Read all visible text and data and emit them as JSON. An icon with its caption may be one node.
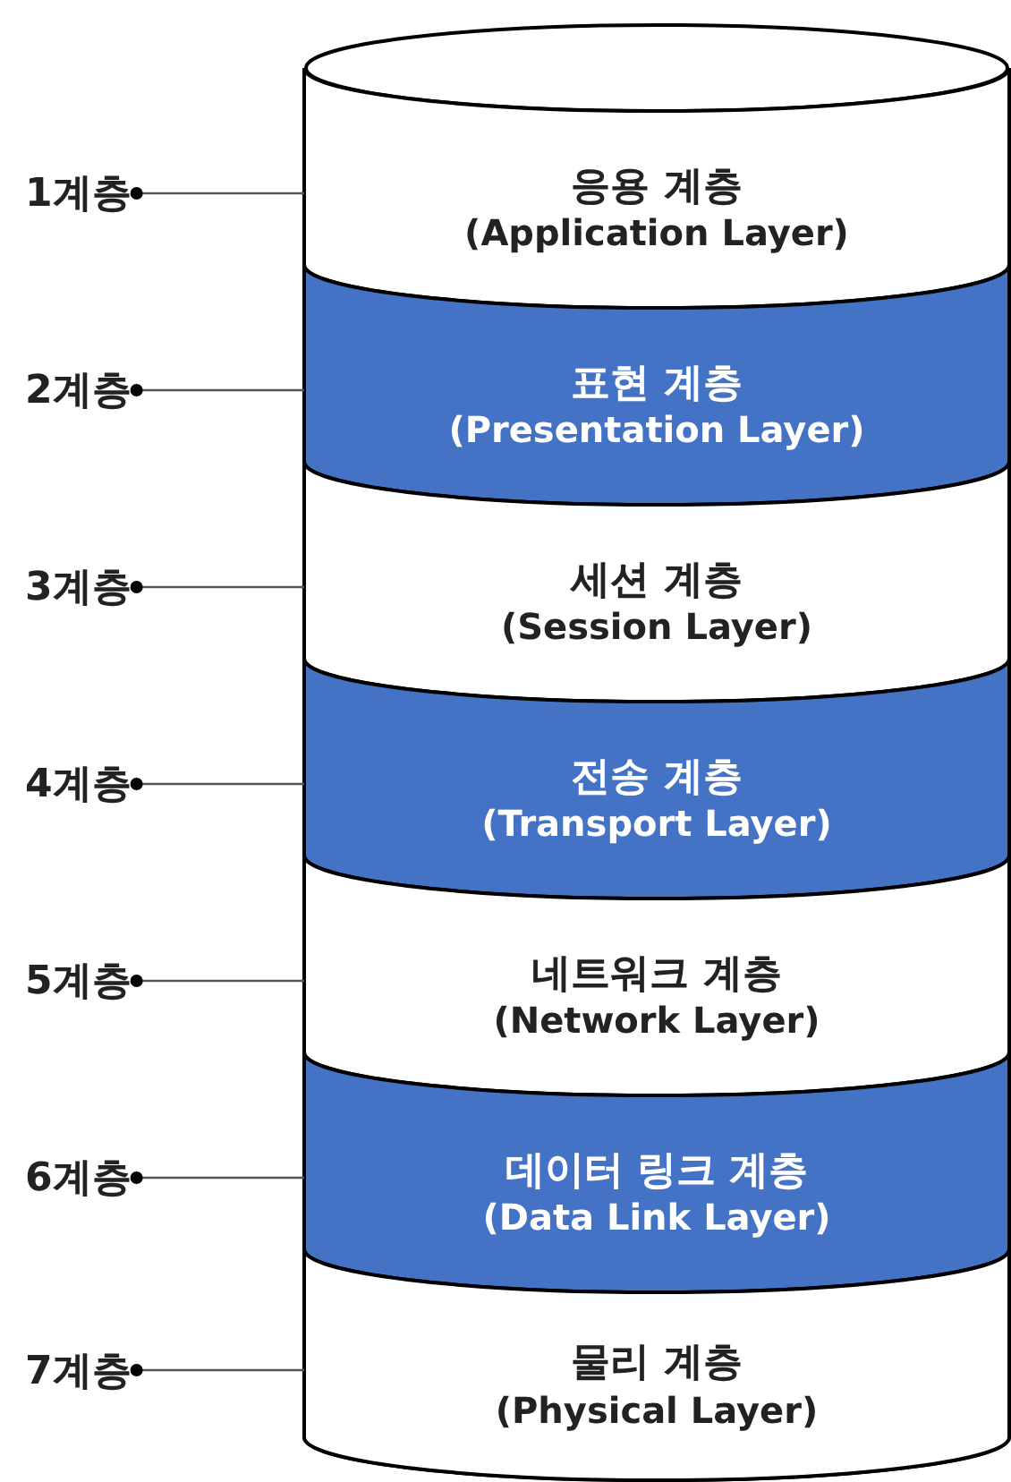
{
  "diagram": {
    "nodes": [
      {
        "text": [],
        "shape": "cylinder"
      },
      {
        "text": [
          "응용 계층",
          "(Application Layer)"
        ],
        "in": 0
      },
      {
        "text": [
          "표현 계층",
          "(Presentation Layer)"
        ],
        "in": 0
      },
      {
        "text": [
          "세션 계층",
          "(Session Layer)"
        ],
        "in": 0
      },
      {
        "text": [
          "전송 계층",
          "(Transport Layer)"
        ],
        "in": 0
      },
      {
        "text": [
          "네트워크 계층",
          "(Network Layer)"
        ],
        "in": 0
      },
      {
        "text": [
          "데이터 링크 계층",
          "(Data Link Layer)"
        ],
        "in": 0
      },
      {
        "text": [
          "물리 계층",
          "(Physical Layer)"
        ],
        "in": 0
      },
      {
        "text": [
          "1계층"
        ]
      },
      {
        "text": [
          "2계층"
        ]
      },
      {
        "text": [
          "3계층"
        ]
      },
      {
        "text": [
          "4계층"
        ]
      },
      {
        "text": [
          "5계층"
        ]
      },
      {
        "text": [
          "6계층"
        ]
      },
      {
        "text": [
          "7계층"
        ]
      }
    ],
    "edges": [
      {
        "from": 8,
        "to": 1,
        "arrow": "other"
      },
      {
        "from": 9,
        "to": 2,
        "arrow": "other"
      },
      {
        "from": 10,
        "to": 3,
        "arrow": "other"
      },
      {
        "from": 11,
        "to": 4,
        "arrow": "other"
      },
      {
        "from": 12,
        "to": 5,
        "arrow": "other"
      },
      {
        "from": 13,
        "to": 6,
        "arrow": "other"
      },
      {
        "from": 14,
        "to": 7,
        "arrow": "other"
      }
    ]
  }
}
